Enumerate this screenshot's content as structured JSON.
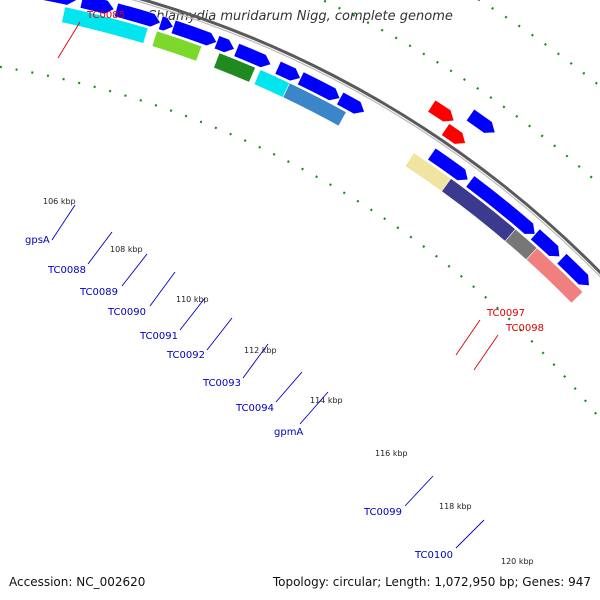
{
  "title": "Chlamydia muridarum Nigg, complete genome",
  "accession": "Accession: NC_002620",
  "summary": "Topology: circular; Length: 1,072,950 bp; Genes: 947",
  "colors": {
    "backbone": "#808080",
    "cds": "#0000ff",
    "label_blue": "#0000c0",
    "label_red": "#e00000",
    "dots": "#1a8a1a"
  },
  "ticks": [
    {
      "label": "106 kbp"
    },
    {
      "label": "108 kbp"
    },
    {
      "label": "110 kbp"
    },
    {
      "label": "112 kbp"
    },
    {
      "label": "114 kbp"
    },
    {
      "label": "116 kbp"
    },
    {
      "label": "118 kbp"
    },
    {
      "label": "120 kbp"
    }
  ],
  "gene_labels": [
    {
      "text": "TC0085",
      "color": "red"
    },
    {
      "text": "gpsA",
      "color": "blue"
    },
    {
      "text": "TC0088",
      "color": "blue"
    },
    {
      "text": "TC0089",
      "color": "blue"
    },
    {
      "text": "TC0090",
      "color": "blue"
    },
    {
      "text": "TC0091",
      "color": "blue"
    },
    {
      "text": "TC0092",
      "color": "blue"
    },
    {
      "text": "TC0093",
      "color": "blue"
    },
    {
      "text": "TC0094",
      "color": "blue"
    },
    {
      "text": "gpmA",
      "color": "blue"
    },
    {
      "text": "TC0097",
      "color": "red"
    },
    {
      "text": "TC0098",
      "color": "red"
    },
    {
      "text": "TC0099",
      "color": "blue"
    },
    {
      "text": "TC0100",
      "color": "blue"
    }
  ]
}
